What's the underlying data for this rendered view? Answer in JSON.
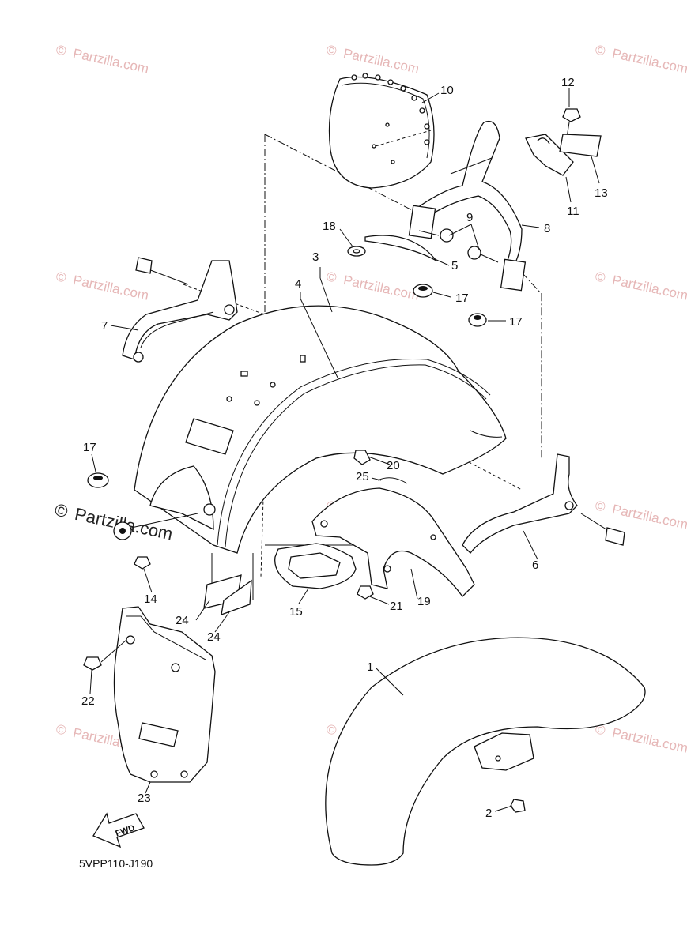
{
  "diagram": {
    "callouts": [
      "1",
      "2",
      "3",
      "4",
      "5",
      "6",
      "7",
      "8",
      "9",
      "10",
      "11",
      "12",
      "13",
      "14",
      "15",
      "17",
      "17",
      "17",
      "18",
      "19",
      "20",
      "21",
      "22",
      "23",
      "24",
      "24",
      "25"
    ],
    "diagram_code": "5VPP110-J190",
    "fwd_label": "FWD",
    "watermark": {
      "text": "Partzilla.com",
      "symbol": "©"
    }
  }
}
